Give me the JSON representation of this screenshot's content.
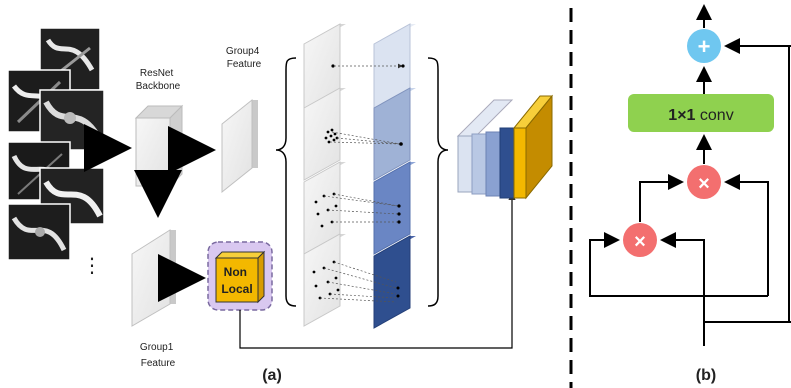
{
  "panel_a": {
    "backbone_label_line1": "ResNet",
    "backbone_label_line2": "Backbone",
    "group4_label_line1": "Group4",
    "group4_label_line2": "Feature",
    "group1_label_line1": "Group1",
    "group1_label_line2": "Feature",
    "nonlocal_label_line1": "Non",
    "nonlocal_label_line2": "Local",
    "ellipsis": "⋮",
    "caption": "(a)"
  },
  "panel_b": {
    "plus_symbol": "+",
    "conv_bold": "1×1",
    "conv_text": "conv",
    "times_symbol": "×",
    "caption": "(b)"
  },
  "colors": {
    "nonlocal_fill": "#f3b800",
    "nonlocal_glow": "#d9c8f0",
    "conv_fill": "#8fd14f",
    "add_fill": "#6fc7f0",
    "mul_fill": "#f36f6f",
    "pool_light": "#d7e0ef",
    "pool_dark": "#2f4f8f"
  }
}
